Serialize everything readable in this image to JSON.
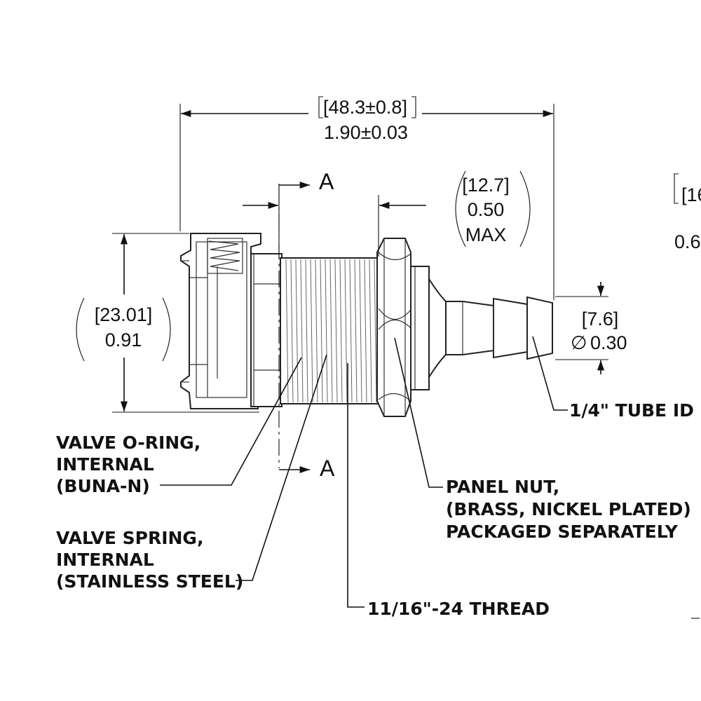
{
  "dimensions": {
    "overall_length": {
      "metric": "[48.3±0.8]",
      "imperial": "1.90±0.03"
    },
    "panel_thickness": {
      "metric": "[12.7]",
      "imperial": "0.50",
      "note": "MAX"
    },
    "body_diameter": {
      "metric": "[23.01]",
      "imperial": "0.91"
    },
    "barb_diameter": {
      "metric": "[7.6]",
      "imperial": "0.30"
    },
    "cut_off_right": {
      "metric": "[16",
      "imperial": "0.6"
    }
  },
  "section_marks": {
    "top": "A",
    "bottom": "A"
  },
  "callouts": {
    "tube_id": "1/4\" TUBE ID",
    "valve_oring": [
      "VALVE O-RING,",
      "INTERNAL",
      "(BUNA-N)"
    ],
    "panel_nut": [
      "PANEL NUT,",
      "(BRASS, NICKEL PLATED)",
      "PACKAGED SEPARATELY"
    ],
    "valve_spring": [
      "VALVE SPRING,",
      "INTERNAL",
      "(STAINLESS STEEL)"
    ],
    "thread": "11/16\"-24 THREAD"
  }
}
